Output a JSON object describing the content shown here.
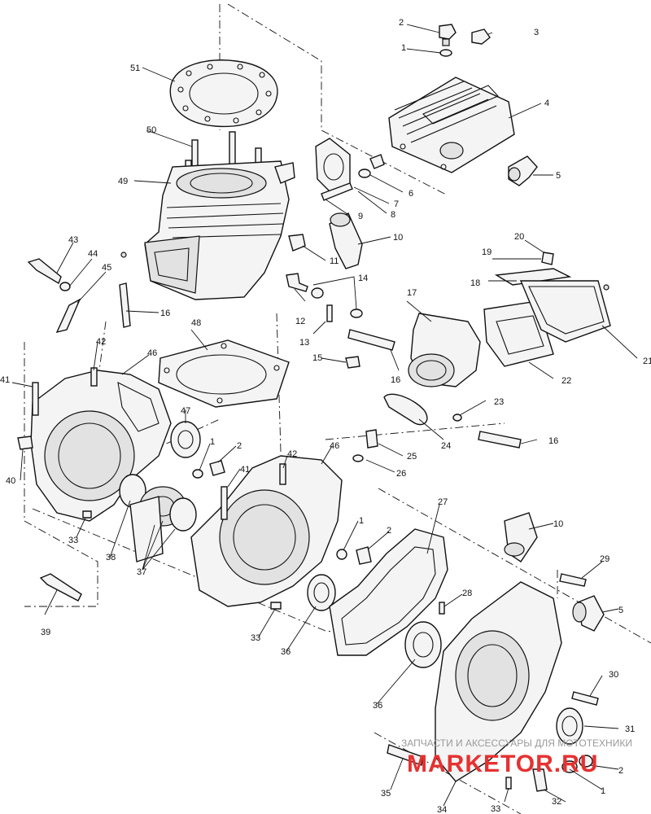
{
  "callouts": [
    {
      "id": "c2a",
      "text": "2"
    },
    {
      "id": "c3a",
      "text": "3"
    },
    {
      "id": "c1a",
      "text": "1"
    },
    {
      "id": "c4",
      "text": "4"
    },
    {
      "id": "c5a",
      "text": "5"
    },
    {
      "id": "c6",
      "text": "6"
    },
    {
      "id": "c7",
      "text": "7"
    },
    {
      "id": "c8",
      "text": "8"
    },
    {
      "id": "c9",
      "text": "9"
    },
    {
      "id": "c10a",
      "text": "10"
    },
    {
      "id": "c11",
      "text": "11"
    },
    {
      "id": "c12",
      "text": "12"
    },
    {
      "id": "c13",
      "text": "13"
    },
    {
      "id": "c14",
      "text": "14"
    },
    {
      "id": "c15",
      "text": "15"
    },
    {
      "id": "c16a",
      "text": "16"
    },
    {
      "id": "c16b",
      "text": "16"
    },
    {
      "id": "c16c",
      "text": "16"
    },
    {
      "id": "c17",
      "text": "17"
    },
    {
      "id": "c18",
      "text": "18"
    },
    {
      "id": "c19",
      "text": "19"
    },
    {
      "id": "c20",
      "text": "20"
    },
    {
      "id": "c21",
      "text": "21"
    },
    {
      "id": "c22",
      "text": "22"
    },
    {
      "id": "c23",
      "text": "23"
    },
    {
      "id": "c24",
      "text": "24"
    },
    {
      "id": "c25",
      "text": "25"
    },
    {
      "id": "c26",
      "text": "26"
    },
    {
      "id": "c27",
      "text": "27"
    },
    {
      "id": "c28",
      "text": "28"
    },
    {
      "id": "c29",
      "text": "29"
    },
    {
      "id": "c30",
      "text": "30"
    },
    {
      "id": "c31",
      "text": "31"
    },
    {
      "id": "c32",
      "text": "32"
    },
    {
      "id": "c33a",
      "text": "33"
    },
    {
      "id": "c33b",
      "text": "33"
    },
    {
      "id": "c33c",
      "text": "33"
    },
    {
      "id": "c34",
      "text": "34"
    },
    {
      "id": "c35",
      "text": "35"
    },
    {
      "id": "c36a",
      "text": "36"
    },
    {
      "id": "c36b",
      "text": "36"
    },
    {
      "id": "c37",
      "text": "37"
    },
    {
      "id": "c38",
      "text": "38"
    },
    {
      "id": "c39",
      "text": "39"
    },
    {
      "id": "c40",
      "text": "40"
    },
    {
      "id": "c41a",
      "text": "41"
    },
    {
      "id": "c41b",
      "text": "41"
    },
    {
      "id": "c42a",
      "text": "42"
    },
    {
      "id": "c42b",
      "text": "42"
    },
    {
      "id": "c43",
      "text": "43"
    },
    {
      "id": "c44",
      "text": "44"
    },
    {
      "id": "c45",
      "text": "45"
    },
    {
      "id": "c46a",
      "text": "46"
    },
    {
      "id": "c46b",
      "text": "46"
    },
    {
      "id": "c47",
      "text": "47"
    },
    {
      "id": "c48",
      "text": "48"
    },
    {
      "id": "c49",
      "text": "49"
    },
    {
      "id": "c50",
      "text": "50"
    },
    {
      "id": "c51",
      "text": "51"
    },
    {
      "id": "c1b",
      "text": "1"
    },
    {
      "id": "c2b",
      "text": "2"
    },
    {
      "id": "c1c",
      "text": "1"
    },
    {
      "id": "c2c",
      "text": "2"
    },
    {
      "id": "c10b",
      "text": "10"
    },
    {
      "id": "c5b",
      "text": "5"
    },
    {
      "id": "c1d",
      "text": "1"
    },
    {
      "id": "c2d",
      "text": "2"
    }
  ],
  "watermark": {
    "line1": "ЗАПЧАСТИ И АКСЕССУАРЫ ДЛЯ МОТОТЕХНИКИ",
    "line2": "MARKETOR.RU"
  },
  "colors": {
    "ink": "#111111",
    "watermark_red": "#e63131",
    "watermark_gray": "#9a9a9a"
  }
}
